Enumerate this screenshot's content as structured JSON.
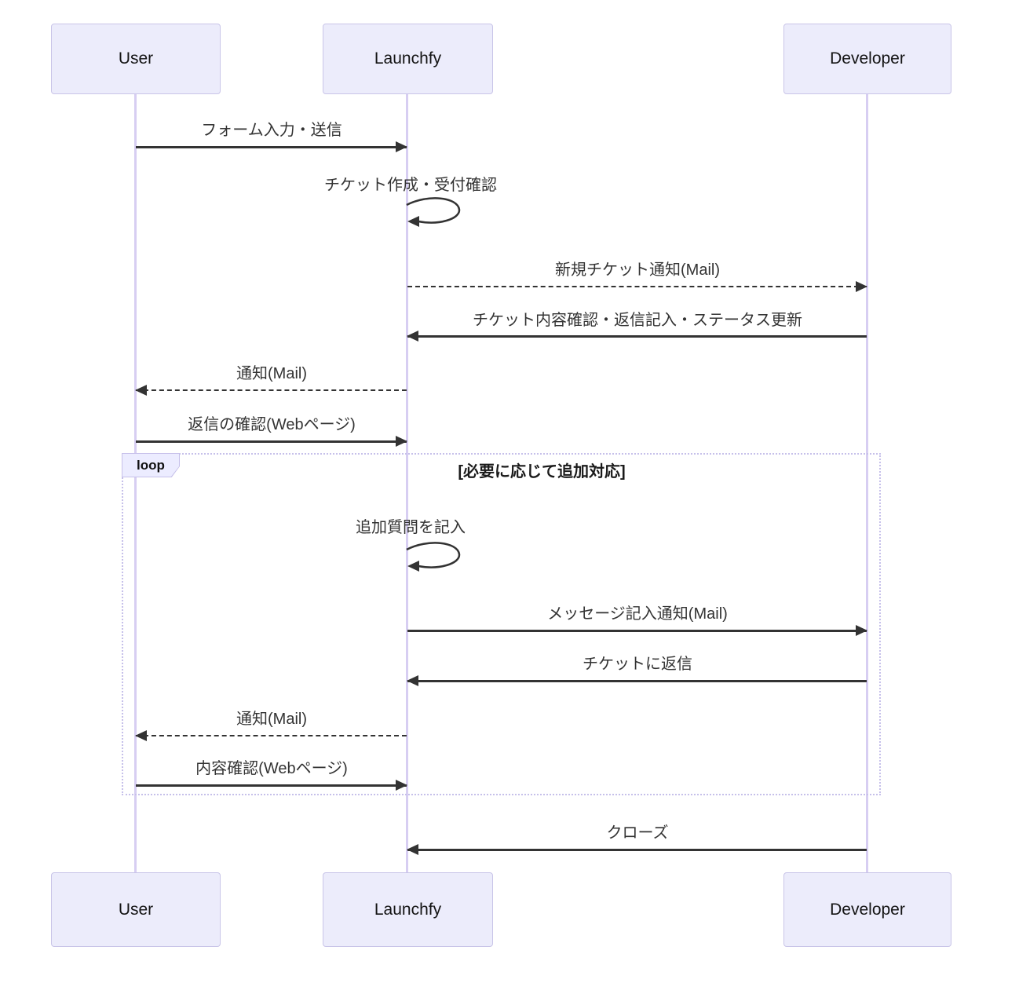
{
  "diagram": {
    "type": "sequence",
    "actors": [
      {
        "id": "user",
        "label": "User"
      },
      {
        "id": "launchfy",
        "label": "Launchfy"
      },
      {
        "id": "developer",
        "label": "Developer"
      }
    ],
    "messages": [
      {
        "from": "User",
        "to": "Launchfy",
        "label": "フォーム入力・送信",
        "style": "solid"
      },
      {
        "from": "Launchfy",
        "to": "Launchfy",
        "label": "チケット作成・受付確認",
        "style": "self"
      },
      {
        "from": "Launchfy",
        "to": "Developer",
        "label": "新規チケット通知(Mail)",
        "style": "dashed"
      },
      {
        "from": "Developer",
        "to": "Launchfy",
        "label": "チケット内容確認・返信記入・ステータス更新",
        "style": "solid"
      },
      {
        "from": "Launchfy",
        "to": "User",
        "label": "通知(Mail)",
        "style": "dashed"
      },
      {
        "from": "User",
        "to": "Launchfy",
        "label": "返信の確認(Webページ)",
        "style": "solid"
      },
      {
        "from": "Launchfy",
        "to": "Launchfy",
        "label": "追加質問を記入",
        "style": "self"
      },
      {
        "from": "Launchfy",
        "to": "Developer",
        "label": "メッセージ記入通知(Mail)",
        "style": "solid"
      },
      {
        "from": "Developer",
        "to": "Launchfy",
        "label": "チケットに返信",
        "style": "solid"
      },
      {
        "from": "Launchfy",
        "to": "User",
        "label": "通知(Mail)",
        "style": "dashed"
      },
      {
        "from": "User",
        "to": "Launchfy",
        "label": "内容確認(Webページ)",
        "style": "solid"
      },
      {
        "from": "Developer",
        "to": "Launchfy",
        "label": "クローズ",
        "style": "solid"
      }
    ],
    "loop": {
      "label": "loop",
      "condition": "[必要に応じて追加対応]"
    },
    "colors": {
      "actor_fill": "#ECECFB",
      "actor_border": "#C9C5E8",
      "lifeline": "#D7CEF2",
      "loop_border": "#C6C0EA",
      "loop_tab_fill": "#ECECFF",
      "arrow": "#333333",
      "text": "#333333"
    }
  }
}
